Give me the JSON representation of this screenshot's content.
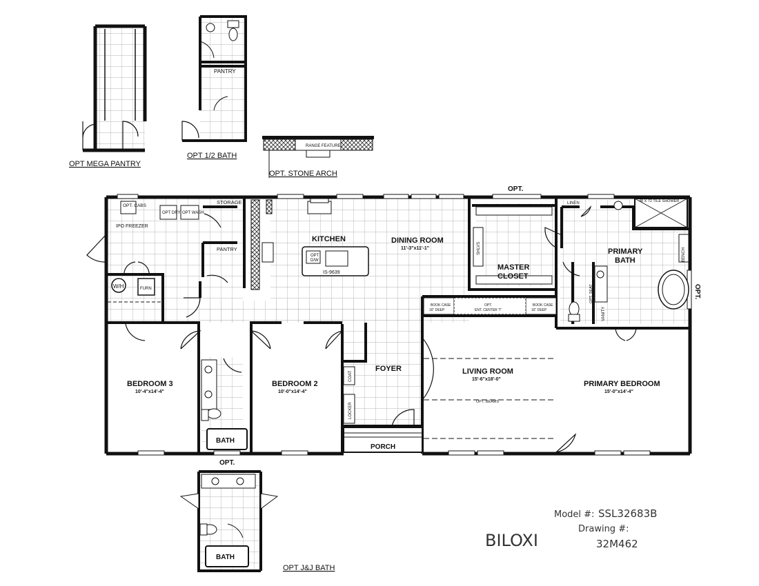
{
  "options": {
    "mega_pantry": "OPT MEGA PANTRY",
    "half_bath": "OPT 1/2 BATH",
    "stone_arch": "OPT. STONE ARCH",
    "range_feature": "RANGE FEATURE",
    "jj_bath": "OPT J&J BATH",
    "pantry": "PANTRY",
    "opt_top": "OPT.",
    "opt_right": "OPT.",
    "opt_bottom": "OPT."
  },
  "rooms": {
    "kitchen": "KITCHEN",
    "dining": "DINING ROOM",
    "dining_dim": "11'-3\"x11'-1\"",
    "master_closet_1": "MASTER",
    "master_closet_2": "CLOSET",
    "primary_bath_1": "PRIMARY",
    "primary_bath_2": "BATH",
    "living": "LIVING ROOM",
    "living_dim": "15'-6\"x18'-0\"",
    "primary_bedroom": "PRIMARY BEDROOM",
    "primary_bedroom_dim": "15'-0\"x14'-4\"",
    "bedroom3": "BEDROOM 3",
    "bedroom3_dim": "10'-4\"x14'-4\"",
    "bedroom2": "BEDROOM 2",
    "bedroom2_dim": "10'-0\"x14'-4\"",
    "foyer": "FOYER",
    "porch": "PORCH",
    "bath": "BATH",
    "jj_bath": "BATH",
    "storage": "STORAGE",
    "pantry": "PANTRY",
    "linen": "LINEN"
  },
  "fixtures": {
    "opt_cabs_1": "OPT. CABS",
    "opt_cabs_2": "IPO FREEZER",
    "opt_dry": "OPT DRY",
    "opt_wash": "OPT WASH",
    "wh": "W/H",
    "furn": "FURN",
    "opt_dw_1": "OPT",
    "opt_dw_2": "D/W",
    "island": "IS-9639",
    "shlvs": "SHLVS",
    "shower": "48 X 72 TILE SHOWER",
    "bench": "BENCH",
    "vanity": "VANITY",
    "opt_seat": "OPT. SEAT",
    "book_case_1": "BOOK CASE",
    "book_case_1b": "16\" DEEP",
    "book_case_2": "BOOK CASE",
    "book_case_2b": "16\" DEEP",
    "ent_center_1": "OPT.",
    "ent_center_2": "ENT. CENTER \"I\"",
    "opt_beams": "OPT. BEAMS",
    "coat": "COAT",
    "locker": "LOCKER"
  },
  "title_block": {
    "model_label": "Model #:",
    "model_value": "SSL32683B",
    "drawing_label": "Drawing #:",
    "drawing_value": "32M462",
    "name": "BILOXI"
  }
}
